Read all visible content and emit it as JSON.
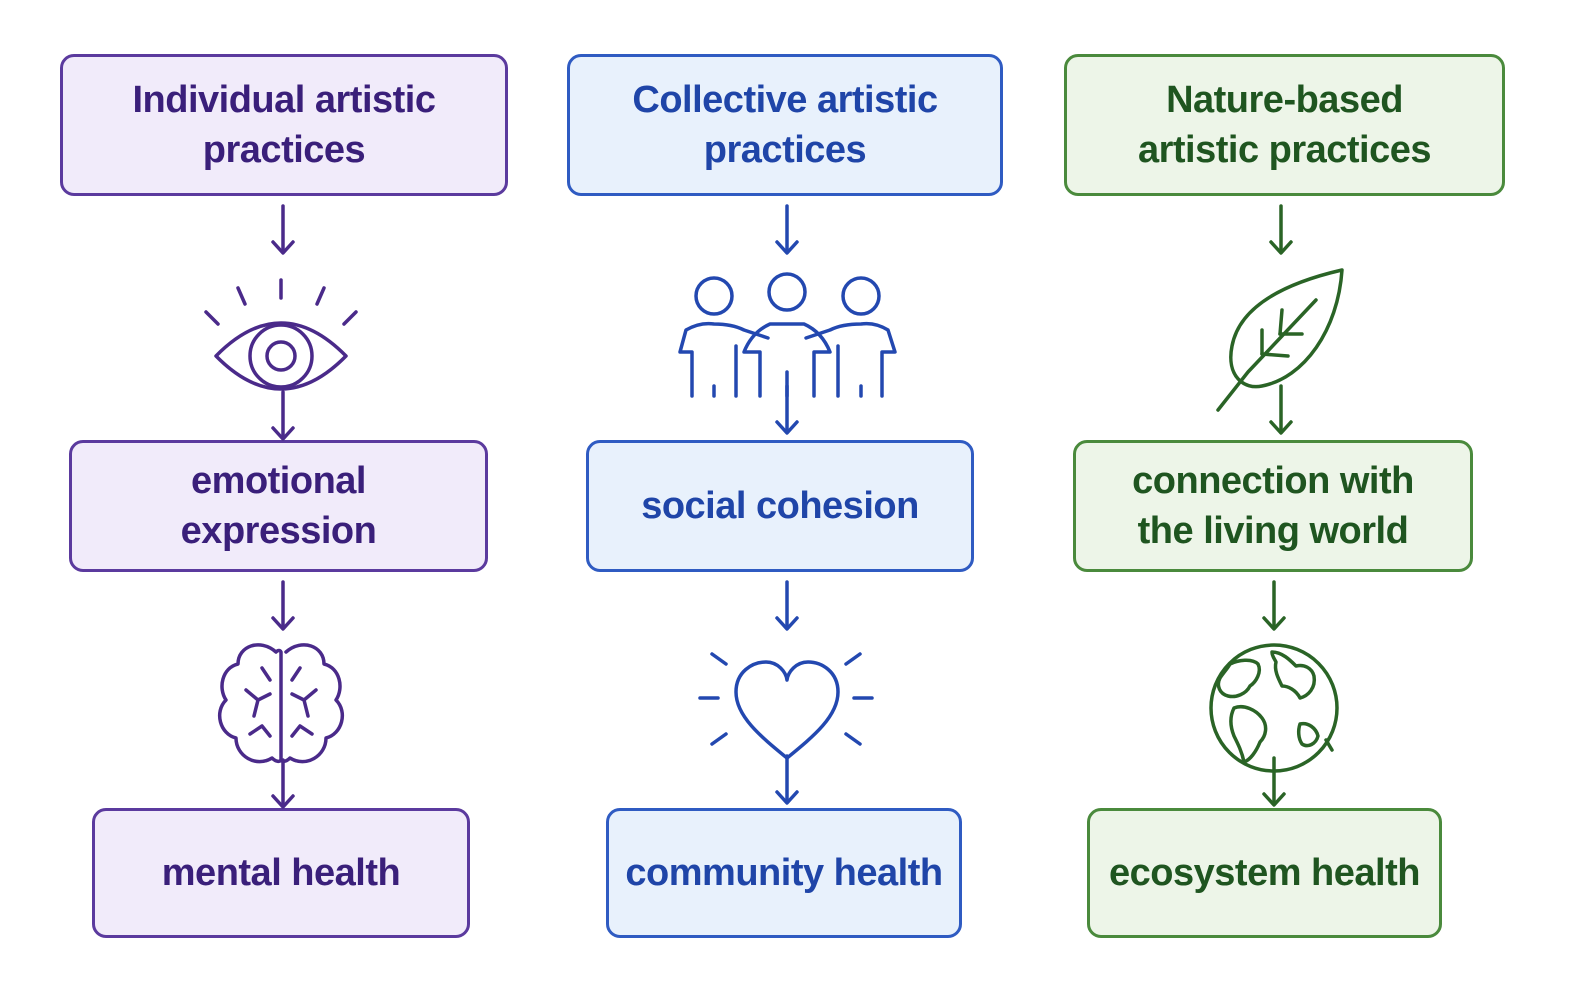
{
  "colors": {
    "purple": "#5b3a9e",
    "blue": "#2f5bc2",
    "green": "#2e6b2a"
  },
  "columns": [
    {
      "name": "individual",
      "color": "purple",
      "practice": "Individual artistic\npractices",
      "icon1": "eye-icon",
      "mechanism": "emotional\nexpression",
      "icon2": "brain-icon",
      "outcome": "mental health"
    },
    {
      "name": "collective",
      "color": "blue",
      "practice": "Collective artistic\npractices",
      "icon1": "people-group-icon",
      "mechanism": "social cohesion",
      "icon2": "heart-icon",
      "outcome": "community health"
    },
    {
      "name": "nature",
      "color": "green",
      "practice": "Nature-based\nartistic practices",
      "icon1": "leaf-icon",
      "mechanism": "connection with\nthe living world",
      "icon2": "globe-icon",
      "outcome": "ecosystem health"
    }
  ]
}
